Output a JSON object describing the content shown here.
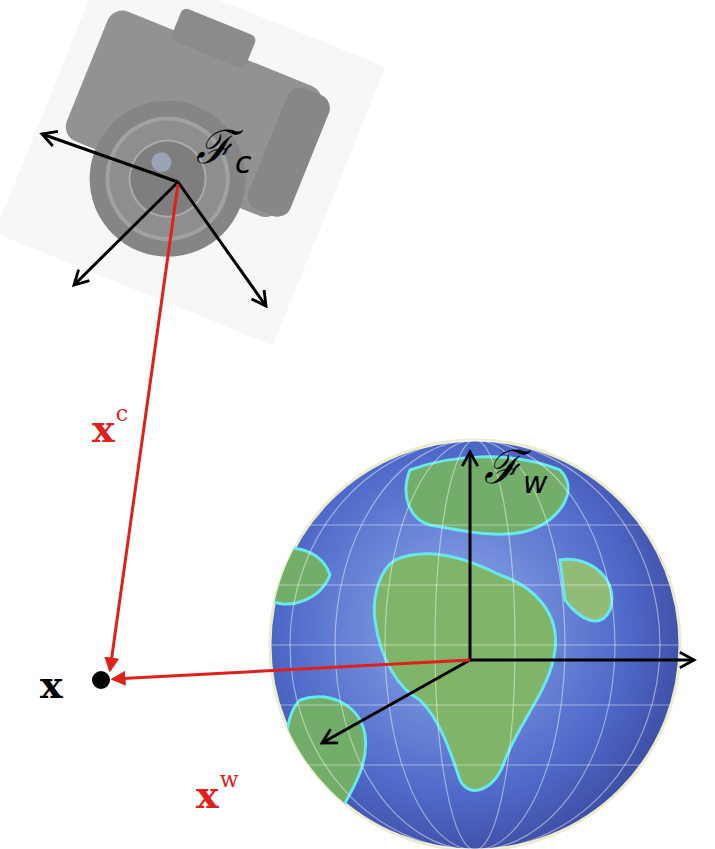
{
  "diagram": {
    "labels": [
      "ℱ",
      "c",
      "x",
      "c",
      "ℱ",
      "w",
      "x",
      "x",
      "w"
    ]
  }
}
